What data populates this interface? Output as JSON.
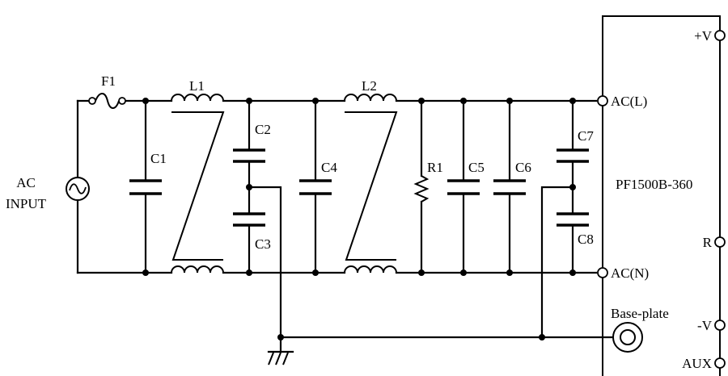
{
  "diagram": {
    "input_label_line1": "AC",
    "input_label_line2": "INPUT",
    "fuse": "F1",
    "inductors": [
      "L1",
      "L2"
    ],
    "capacitors": [
      "C1",
      "C2",
      "C3",
      "C4",
      "C5",
      "C6",
      "C7",
      "C8"
    ],
    "resistor": "R1",
    "module_name": "PF1500B-360",
    "terminals": {
      "ac_l": "AC(L)",
      "ac_n": "AC(N)",
      "plus_v": "+V",
      "minus_v": "-V",
      "r": "R",
      "aux": "AUX",
      "base_plate": "Base-plate"
    }
  }
}
